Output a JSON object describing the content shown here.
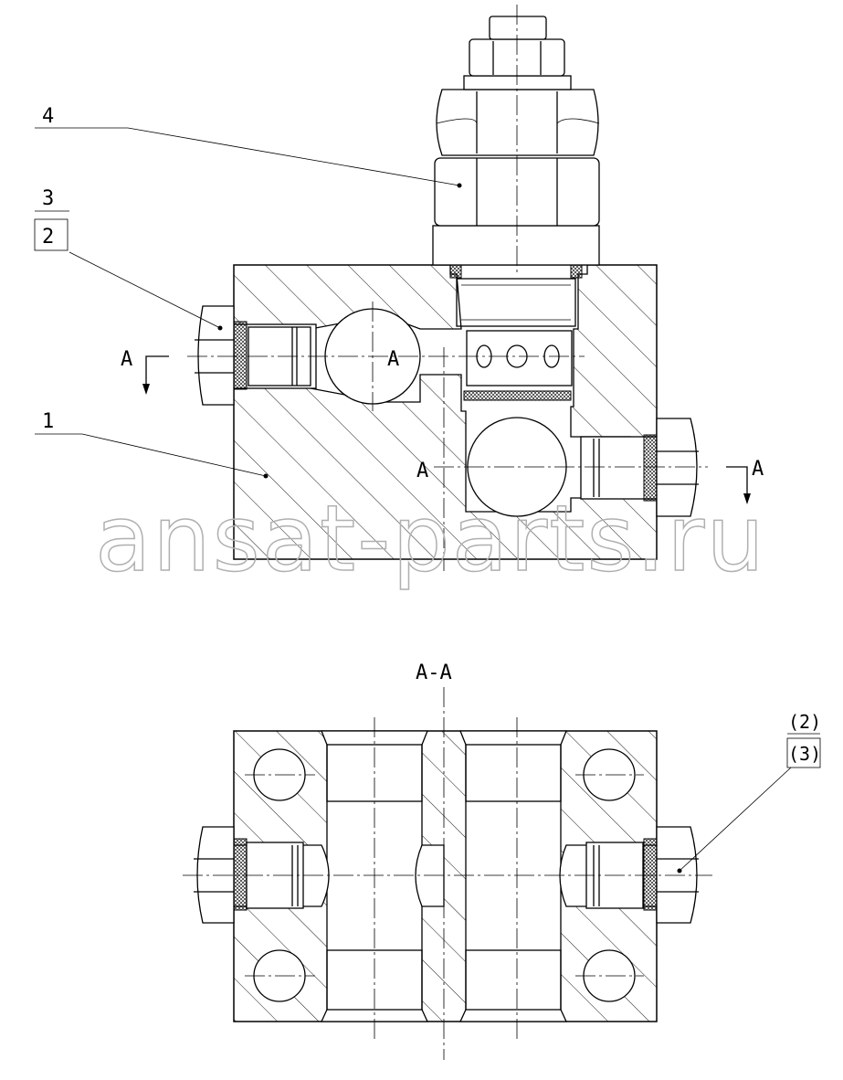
{
  "labels": {
    "part1": "1",
    "part2": "2",
    "part3": "3",
    "part4": "4",
    "part2_ref": "(2)",
    "part3_ref": "(3)",
    "section_marker": "A",
    "section_title": "A-A"
  },
  "watermark": "ansat-parts.ru"
}
